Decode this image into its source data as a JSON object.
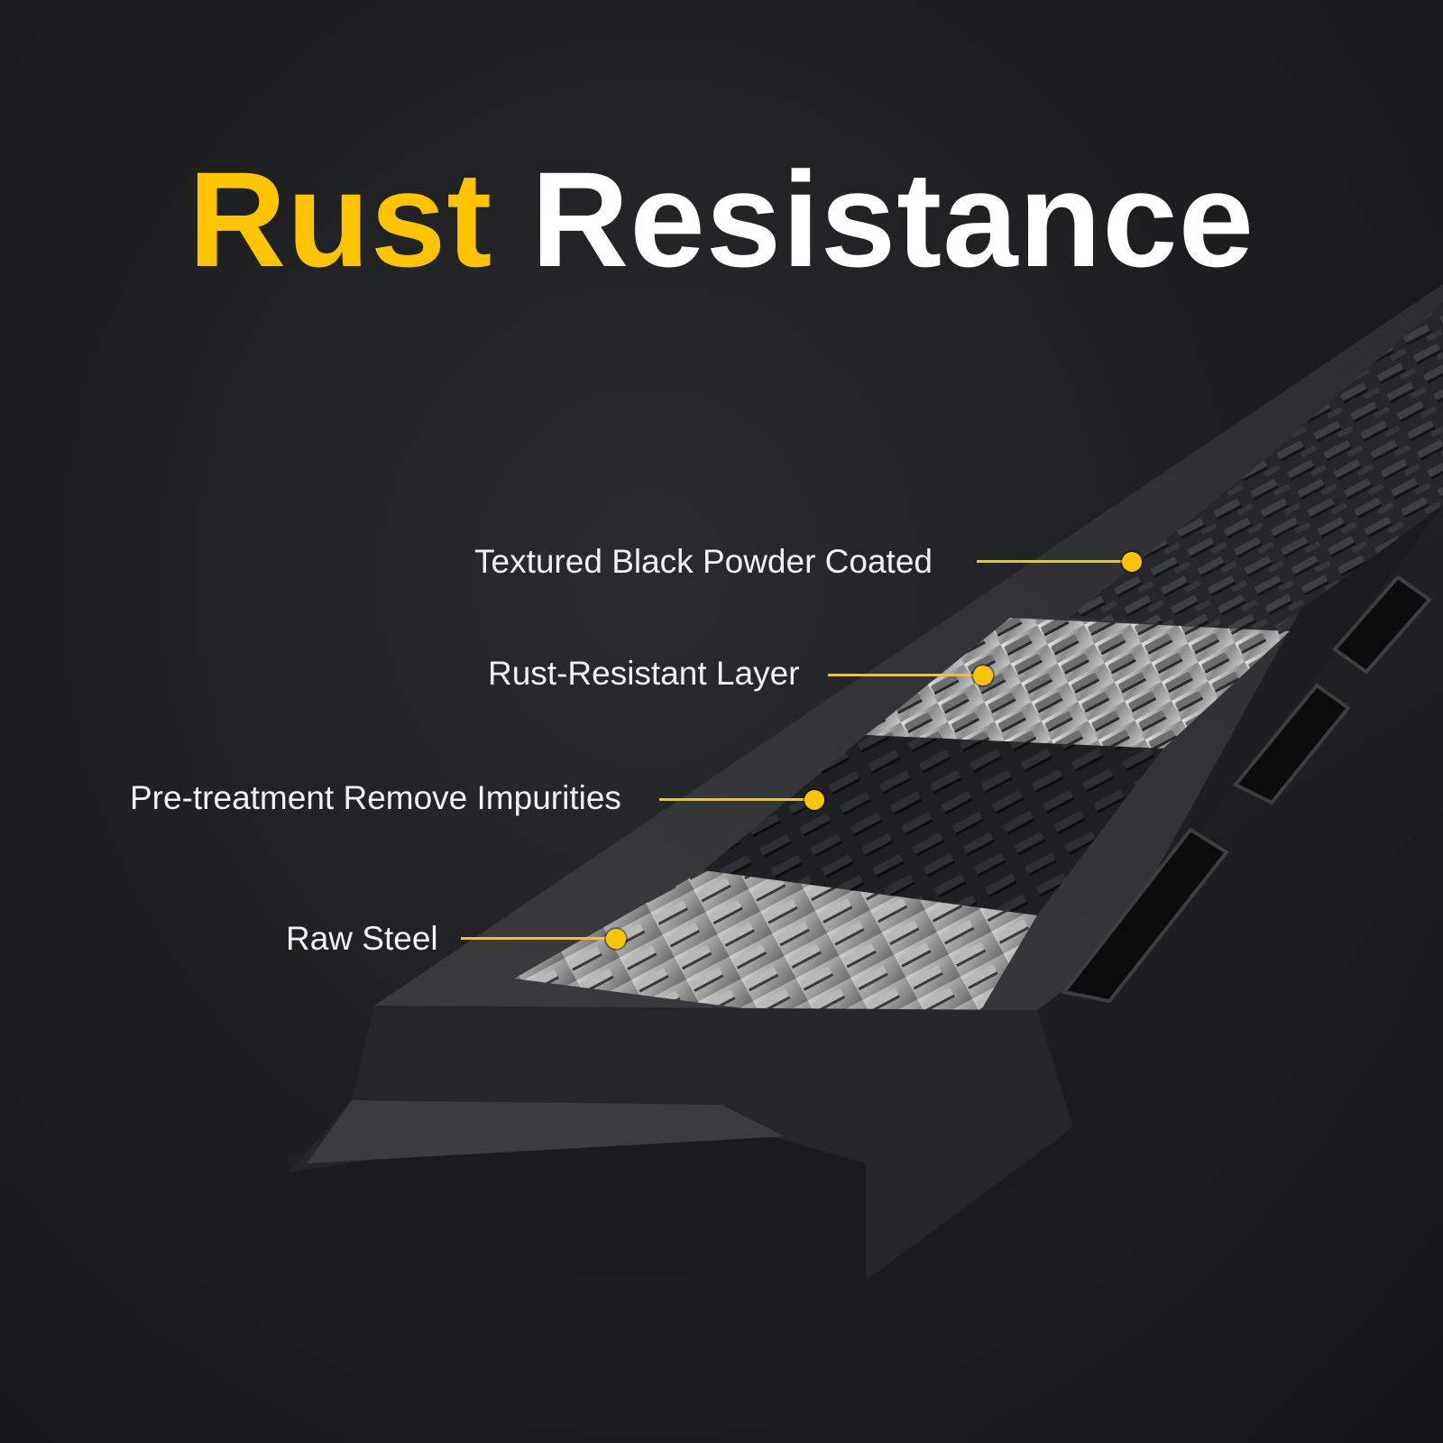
{
  "title": {
    "word1": "Rust",
    "word2": "Resistance"
  },
  "colors": {
    "accent": "#ffc400",
    "text": "#ffffff",
    "background": "#1d1e20"
  },
  "layers": [
    {
      "label": "Textured Black Powder Coated"
    },
    {
      "label": "Rust-Resistant Layer"
    },
    {
      "label": "Pre-treatment Remove Impurities"
    },
    {
      "label": "Raw Steel"
    }
  ]
}
